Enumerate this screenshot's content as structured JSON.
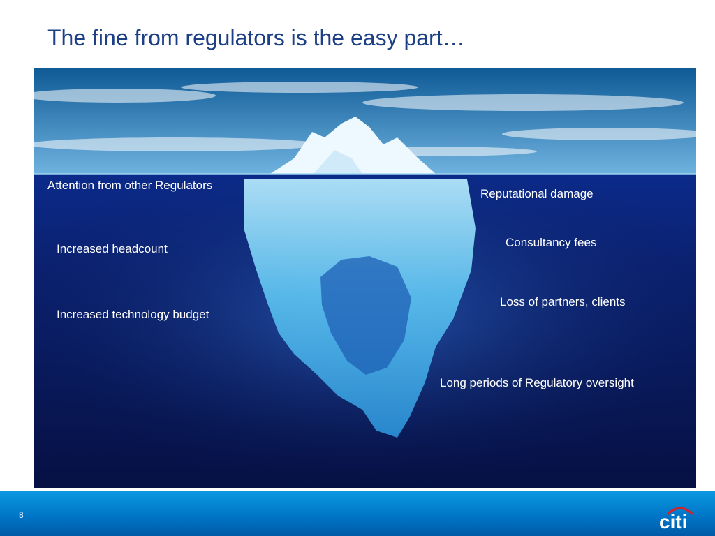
{
  "slide": {
    "title": "The fine from regulators is the easy part…",
    "labels": {
      "attention": "Attention from other Regulators",
      "headcount": "Increased headcount",
      "technology": "Increased  technology budget",
      "reputation": "Reputational damage",
      "consultancy": "Consultancy fees",
      "partners": "Loss of partners, clients",
      "oversight": "Long periods of Regulatory oversight"
    },
    "page_number": "8",
    "logo_text": "citi"
  },
  "colors": {
    "title": "#1c3f86",
    "footer": "#0076c8",
    "logo_arc": "#d2232a"
  }
}
